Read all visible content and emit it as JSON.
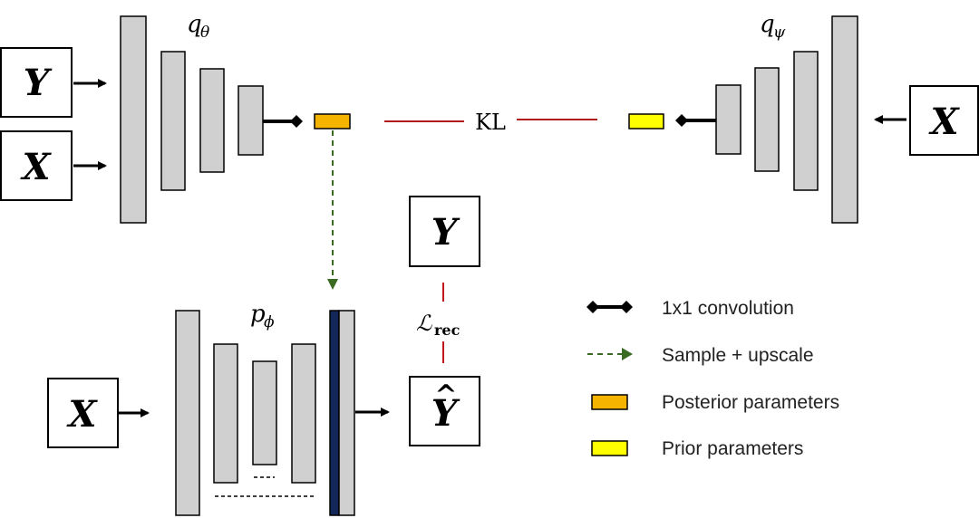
{
  "colors": {
    "layer_fill": "#d0d0d0",
    "posterior_fill": "#f5b400",
    "prior_fill": "#ffff00",
    "kl_line": "#b01c1c",
    "rec_line": "#c0121b",
    "sample_arrow": "#3b6a22",
    "dark_layer": "#13275a"
  },
  "encoder_posterior": {
    "label_q": "q",
    "label_sub": "θ",
    "input_top": "Y",
    "input_bottom": "X"
  },
  "encoder_prior": {
    "label_q": "q",
    "label_sub": "ψ",
    "input": "X"
  },
  "decoder": {
    "label_p": "p",
    "label_sub": "ϕ",
    "input": "X",
    "target": "Y",
    "output": "Y",
    "output_hat": "^"
  },
  "kl_label": "KL",
  "rec_loss": {
    "symbol": "ℒ",
    "subscript": "rec"
  },
  "legend": [
    {
      "icon": "conv-1x1-icon",
      "label": "1x1 convolution"
    },
    {
      "icon": "dashed-arrow-icon",
      "label": "Sample + upscale"
    },
    {
      "icon": "posterior-swatch-icon",
      "label": "Posterior parameters"
    },
    {
      "icon": "prior-swatch-icon",
      "label": "Prior parameters"
    }
  ]
}
